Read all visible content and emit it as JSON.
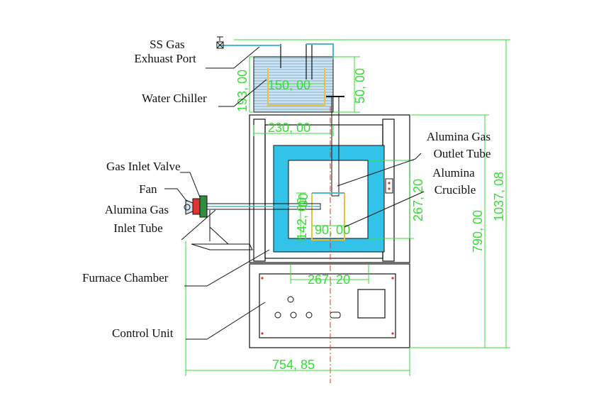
{
  "labels": {
    "ss_gas_exhaust_l1": "SS Gas",
    "ss_gas_exhaust_l2": "Exhuast Port",
    "water_chiller": "Water Chiller",
    "gas_inlet_valve": "Gas Inlet Valve",
    "fan": "Fan",
    "alumina_gas_inlet_l1": "Alumina Gas",
    "alumina_gas_inlet_l2": "Inlet Tube",
    "furnace_chamber": "Furnace Chamber",
    "control_unit": "Control Unit",
    "alumina_gas_outlet_l1": "Alumina Gas",
    "alumina_gas_outlet_l2": "Outlet Tube",
    "alumina_crucible_l1": "Alumina",
    "alumina_crucible_l2": "Crucible"
  },
  "dimensions": {
    "chiller_height": "193, 00",
    "chiller_inner_width": "150, 00",
    "chiller_right": "50, 00",
    "chiller_width": "230, 00",
    "chamber_inner_height": "267, 20",
    "chamber_inner_width": "267, 20",
    "crucible_height": "142, 00",
    "crucible_top": "00",
    "crucible_width": "90, 00",
    "furnace_height": "790, 00",
    "total_height": "1037, 08",
    "total_width": "754, 85"
  },
  "colors": {
    "dimension": "#33dd33",
    "insulation": "#33c3e8",
    "chiller_water": "#9fc4dd",
    "crucible": "#e8c23a",
    "center_line": "#e03030",
    "structure": "#111111"
  }
}
